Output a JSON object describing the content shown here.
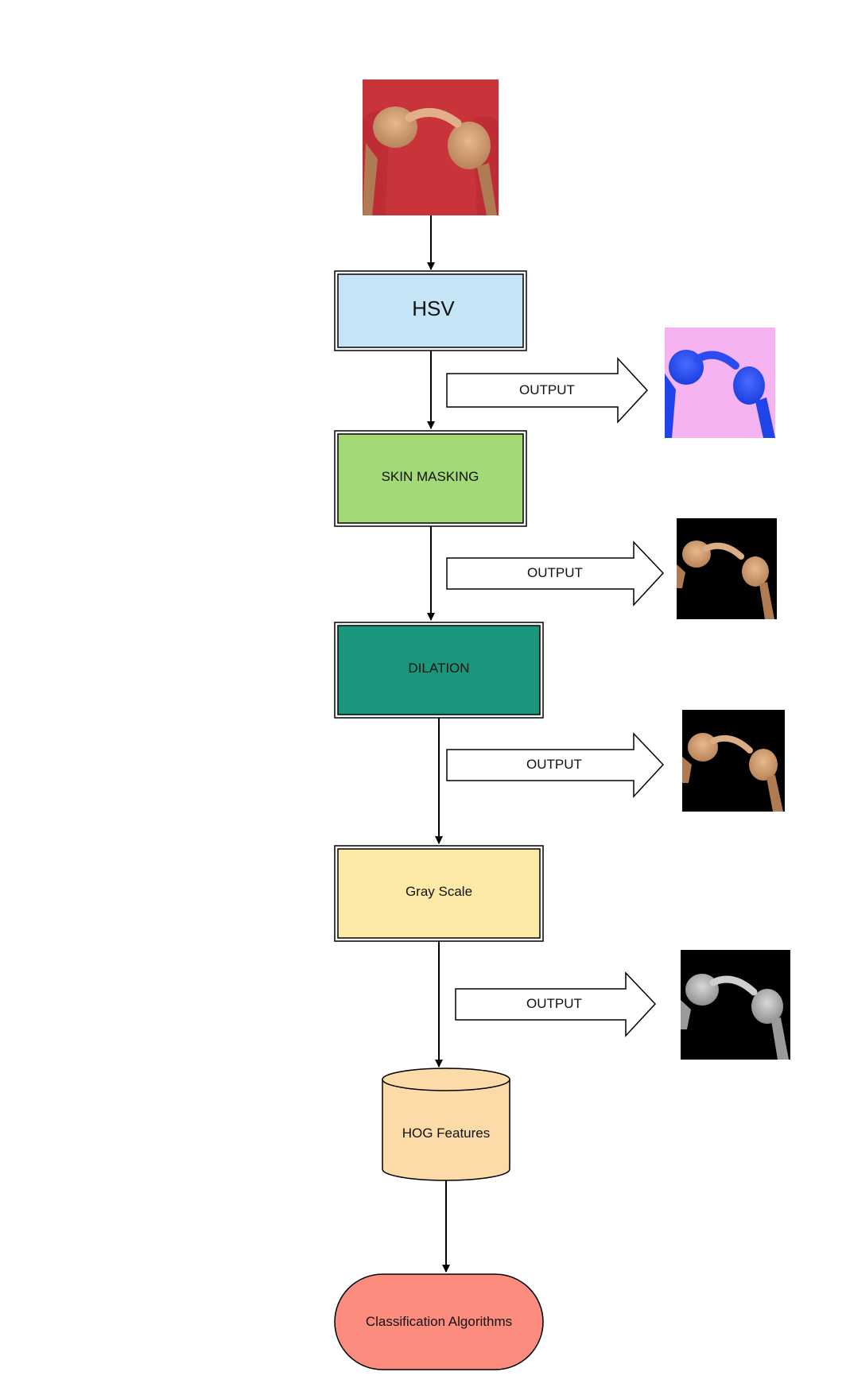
{
  "steps": {
    "hsv": {
      "label": "HSV",
      "color": "#c5e4f5"
    },
    "skin_masking": {
      "label": "SKIN MASKING",
      "color": "#a3d977"
    },
    "dilation": {
      "label": "DILATION",
      "color": "#1a967c"
    },
    "gray_scale": {
      "label": "Gray Scale",
      "color": "#fdeaa7"
    },
    "hog_features": {
      "label": "HOG Features",
      "color": "#fcdba9"
    },
    "classification": {
      "label": "Classification Algorithms",
      "color": "#fc8d7e"
    }
  },
  "outputs": [
    {
      "label": "OUTPUT",
      "image": "hsv-hands-image"
    },
    {
      "label": "OUTPUT",
      "image": "skin-mask-hands-image"
    },
    {
      "label": "OUTPUT",
      "image": "dilated-hands-image"
    },
    {
      "label": "OUTPUT",
      "image": "grayscale-hands-image"
    }
  ],
  "input_image": "input-hands-red-shirt-image"
}
